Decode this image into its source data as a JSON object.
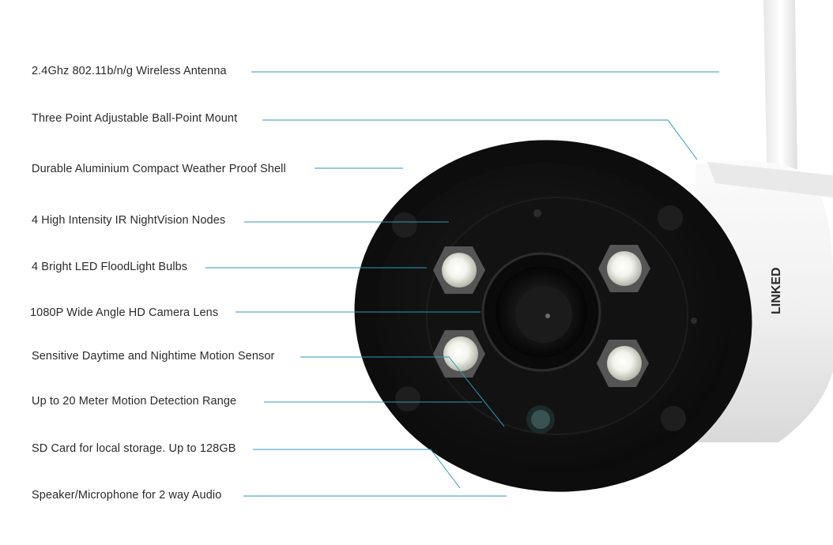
{
  "brand_mark": "LINKED",
  "colors": {
    "leader_line": "#2a9bb8",
    "label_text": "#2b2b2b",
    "shell": "#f4f4f4",
    "face": "#141414"
  },
  "features": [
    {
      "id": "antenna",
      "label": "2.4Ghz 802.11b/n/g Wireless Antenna"
    },
    {
      "id": "mount",
      "label": "Three Point Adjustable Ball-Point Mount"
    },
    {
      "id": "shell",
      "label": "Durable Aluminium Compact Weather Proof Shell"
    },
    {
      "id": "ir",
      "label": "4 High Intensity IR NightVision Nodes"
    },
    {
      "id": "led",
      "label": "4 Bright LED FloodLight Bulbs"
    },
    {
      "id": "lens",
      "label": "1080P Wide Angle HD Camera Lens"
    },
    {
      "id": "sensor",
      "label": "Sensitive Daytime and Nightime Motion Sensor"
    },
    {
      "id": "range",
      "label": "Up to 20 Meter Motion Detection Range"
    },
    {
      "id": "sd",
      "label": "SD Card for local storage.  Up to 128GB"
    },
    {
      "id": "audio",
      "label": "Speaker/Microphone for 2 way Audio"
    }
  ]
}
